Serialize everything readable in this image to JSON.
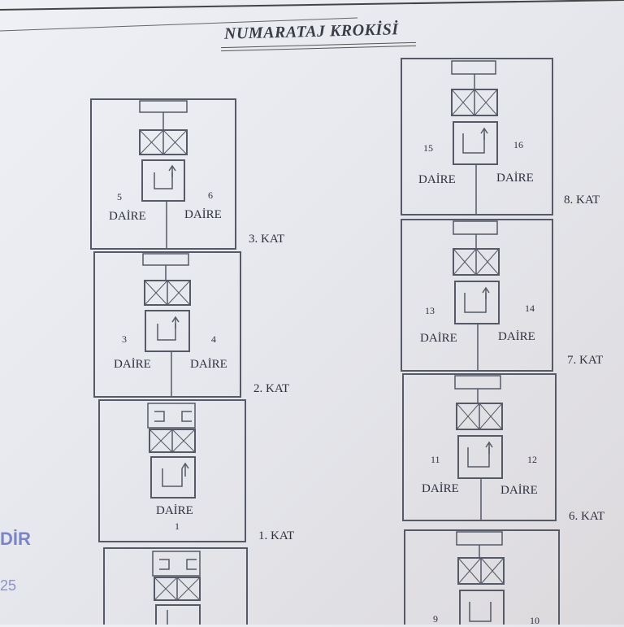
{
  "header": {
    "title": "NUMARATAJ KROKİSİ"
  },
  "stamp": {
    "text": "DİR",
    "number": "25"
  },
  "floors": {
    "k3": {
      "floor": "3. KAT",
      "left_no": "5",
      "right_no": "6",
      "left": "DAİRE",
      "right": "DAİRE"
    },
    "k2": {
      "floor": "2. KAT",
      "left_no": "3",
      "right_no": "4",
      "left": "DAİRE",
      "right": "DAİRE"
    },
    "k1": {
      "floor": "1. KAT",
      "unit": "DAİRE",
      "unit_no": "1"
    },
    "k8": {
      "floor": "8. KAT",
      "left_no": "15",
      "right_no": "16",
      "left": "DAİRE",
      "right": "DAİRE"
    },
    "k7": {
      "floor": "7. KAT",
      "left_no": "13",
      "right_no": "14",
      "left": "DAİRE",
      "right": "DAİRE"
    },
    "k6": {
      "floor": "6. KAT",
      "left_no": "11",
      "right_no": "12",
      "left": "DAİRE",
      "right": "DAİRE"
    },
    "k5": {
      "left_no": "9",
      "right_no": "10"
    }
  }
}
